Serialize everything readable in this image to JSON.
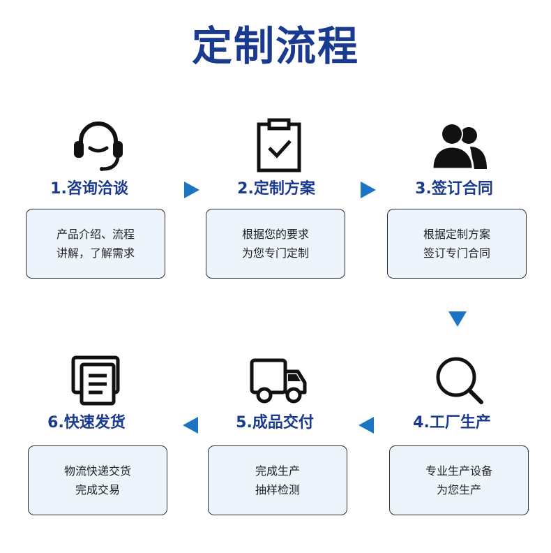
{
  "title": "定制流程",
  "steps": [
    {
      "label": "1.咨询洽谈",
      "line1": "产品介绍、流程",
      "line2": "讲解，了解需求",
      "icon": "headset-icon"
    },
    {
      "label": "2.定制方案",
      "line1": "根据您的要求",
      "line2": "为您专门定制",
      "icon": "clipboard-check-icon"
    },
    {
      "label": "3.签订合同",
      "line1": "根据定制方案",
      "line2": "签订专门合同",
      "icon": "users-icon"
    },
    {
      "label": "4.工厂生产",
      "line1": "专业生产设备",
      "line2": "为您生产",
      "icon": "search-icon"
    },
    {
      "label": "5.成品交付",
      "line1": "完成生产",
      "line2": "抽样检测",
      "icon": "truck-icon"
    },
    {
      "label": "6.快速发货",
      "line1": "物流快递交货",
      "line2": "完成交易",
      "icon": "document-stack-icon"
    }
  ],
  "colors": {
    "title": "#1a3a8f",
    "arrow": "#1b74c4",
    "box_bg": "#eef4fc"
  }
}
